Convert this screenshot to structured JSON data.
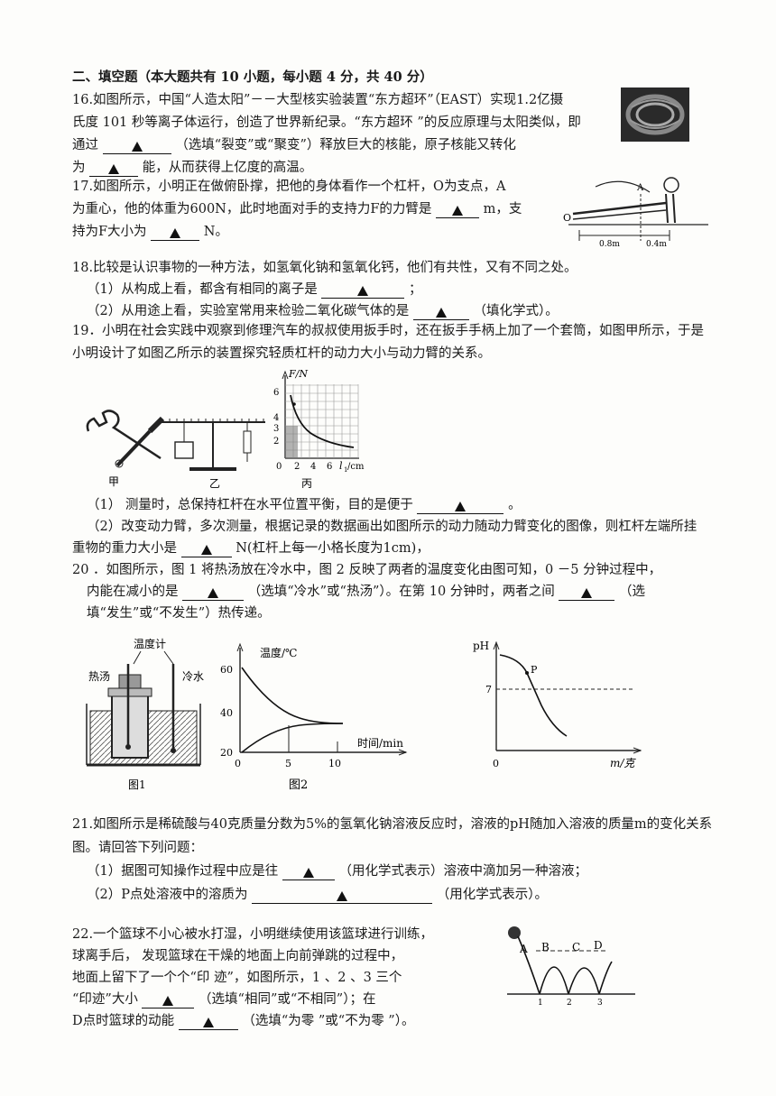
{
  "section": {
    "title": "二、填空题（本大题共有 10 小题，每小题 4 分，共 40 分）"
  },
  "q16": {
    "l1": "16.如图所示，中国“人造太阳”－－大型核实验装置“东方超环”（EAST）实现1.2亿摄",
    "l2": "氏度 101 秒等离子体运行，创造了世界新纪录。“东方超环 ”的反应原理与太阳类似，即",
    "l3a": "通过",
    "l3b": "（选填“裂变”或“聚变”）释放巨大的核能，原子核能又转化",
    "l4a": "为",
    "l4b": "能，从而获得上亿度的高温。"
  },
  "q17": {
    "l1": "17.如图所示，小明正在做俯卧撑，把他的身体看作一个杠杆，O为支点，A",
    "l2a": "为重心，他的体重为600N，此时地面对手的支持力F的力臂是",
    "l2b": "m，支",
    "l3a": "持为F大小为",
    "l3b": "N。",
    "fig": {
      "o": "O",
      "a": "A",
      "d1": "0.8m",
      "d2": "0.4m"
    }
  },
  "q18": {
    "l1": "18.比较是认识事物的一种方法，如氢氧化钠和氢氧化钙，他们有共性，又有不同之处。",
    "l2a": "（1）从构成上看，都含有相同的离子是",
    "l2b": "；",
    "l3a": "（2）从用途上看，实验室常用来检验二氧化碳气体的是",
    "l3b": "（填化学式）。"
  },
  "q19": {
    "l1": "19．小明在社会实践中观察到修理汽车的叔叔使用扳手时，还在扳手手柄上加了一个套筒，如图甲所示，于是",
    "l2": "小明设计了如图乙所示的装置探究轻质杠杆的动力大小与动力臂的关系。",
    "fig": {
      "jia": "甲",
      "yi": "乙",
      "bing": "丙",
      "ylabel": "F/N",
      "xlabel": "l",
      "xsub": "1",
      "xunit": "/cm",
      "yt": [
        "6",
        "4",
        "3",
        "2"
      ],
      "xt": [
        "0",
        "2",
        "4",
        "6"
      ]
    },
    "l3a": "（1） 测量时，总保持杠杆在水平位置平衡，目的是便于",
    "l3b": "。",
    "l4": "（2）改变动力臂，多次测量，根据记录的数据画出如图所示的动力随动力臂变化的图像，则杠杆左端所挂",
    "l5a": "重物的重力大小是",
    "l5b": "N(杠杆上每一小格长度为1cm)，"
  },
  "q20": {
    "l1": "20 ．如图所示，图 1 将热汤放在冷水中，图 2 反映了两者的温度变化由图可知，0 －5 分钟过程中，",
    "l2a": "内能在减小的是",
    "l2b": "（选填“冷水”或“热汤”）。在第 10 分钟时，两者之间",
    "l2c": "（选",
    "l3": "填“发生”或“不发生”）热传递。",
    "fig1": {
      "thermo": "温度计",
      "hot": "热汤",
      "cold": "冷水",
      "cap": "图1"
    },
    "fig2": {
      "ylabel": "温度/℃",
      "xlabel": "时间/min",
      "yt": [
        "60",
        "40",
        "20"
      ],
      "xt": [
        "0",
        "5",
        "10"
      ],
      "cap": "图2"
    },
    "fig3": {
      "ylabel": "pH",
      "xlabel": "m/克",
      "p": "P",
      "seven": "7",
      "zero": "0"
    }
  },
  "q21": {
    "l1": "21.如图所示是稀硫酸与40克质量分数为5%的氢氧化钠溶液反应时，溶液的pH随加入溶液的质量m的变化关系",
    "l2": "图。请回答下列问题：",
    "l3a": "（1）据图可知操作过程中应是往",
    "l3b": "（用化学式表示）溶液中滴加另一种溶液；",
    "l4a": "（2）P点处溶液中的溶质为",
    "l4b": "（用化学式表示）。"
  },
  "q22": {
    "l1": "22.一个篮球不小心被水打湿，小明继续使用该篮球进行训练，",
    "l2": "球离手后，    发现篮球在干燥的地面上向前弹跳的过程中，",
    "l3": "地面上留下了一个个“印  迹”，如图所示，1 、2 、3 三个",
    "l4a": "“印迹”大小",
    "l4b": "（选填“相同”或“不相同”）；在",
    "l5a": "D点时篮球的动能",
    "l5b": "（选填“为零 ”或“不为零 ”）。",
    "fig": {
      "a": "A",
      "b": "B",
      "c": "C",
      "d": "D",
      "n1": "1",
      "n2": "2",
      "n3": "3"
    }
  }
}
